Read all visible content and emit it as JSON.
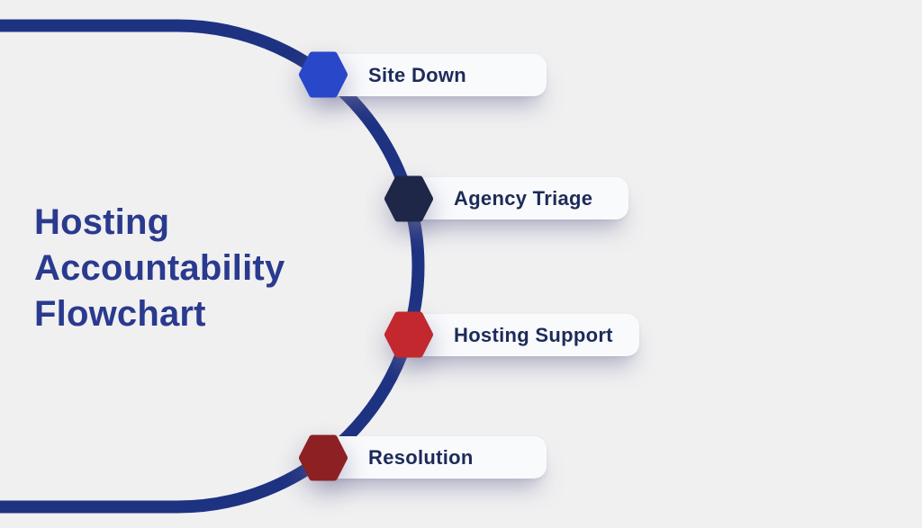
{
  "background_color": "#f0f0f1",
  "title": {
    "text": "Hosting Accountability Flowchart",
    "lines": [
      "Hosting",
      "Accountability",
      "Flowchart"
    ],
    "color": "#2a3a8e"
  },
  "flow_line": {
    "color": "#1e3282"
  },
  "card": {
    "background": "#f9fafc",
    "text_color": "#1d2b59"
  },
  "steps": [
    {
      "label": "Site Down",
      "hex_color": "#2847c9"
    },
    {
      "label": "Agency Triage",
      "hex_color": "#1e2747"
    },
    {
      "label": "Hosting Support",
      "hex_color": "#c2282d"
    },
    {
      "label": "Resolution",
      "hex_color": "#8c2023"
    }
  ]
}
